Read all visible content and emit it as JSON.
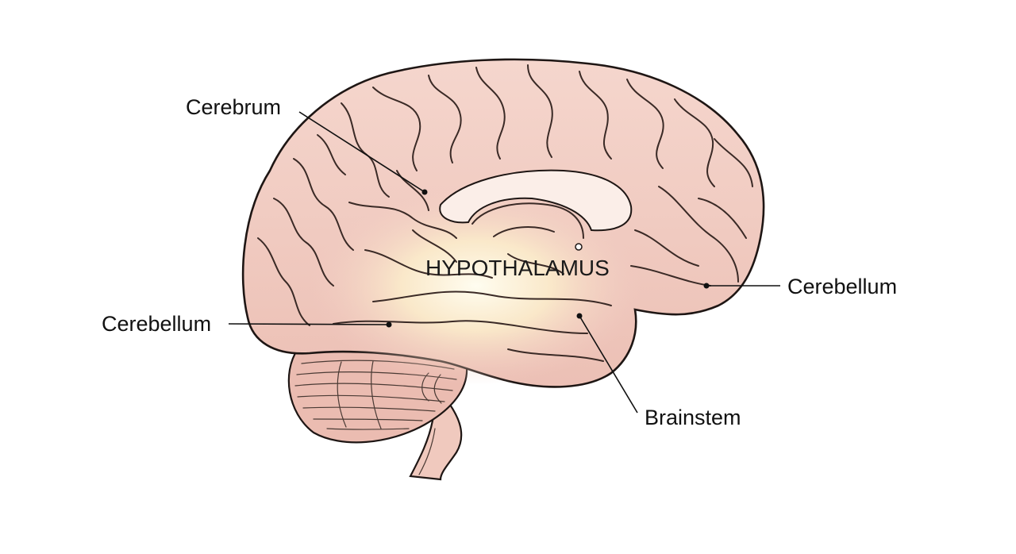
{
  "labels": {
    "center": "HYPOTHALAMUS",
    "cerebrum": "Cerebrum",
    "cerebellum_left": "Cerebellum",
    "cerebellum_right": "Cerebellum",
    "brainstem": "Brainstem"
  },
  "colors": {
    "tissue": "#f2cdc4",
    "tissue_shadow": "#e3aea3",
    "outline": "#1e1614",
    "glow": "#fff4d6",
    "corpus_callosum": "#fbeee8",
    "background": "#ffffff"
  }
}
